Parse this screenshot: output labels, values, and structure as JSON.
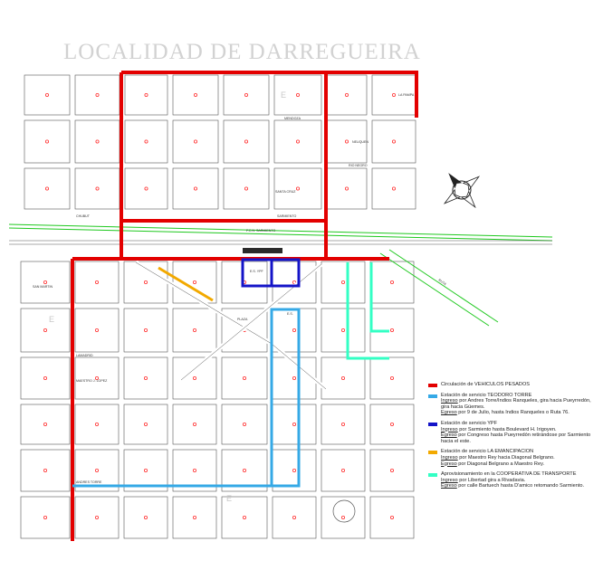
{
  "title": "LOCALIDAD DE DARREGUEIRA",
  "colors": {
    "heavy_vehicles": "#e30000",
    "teodoro_torre": "#35a9e6",
    "ypf": "#1414c8",
    "la_emancipacion": "#f2a900",
    "cooperativa": "#33ffc4",
    "road_green": "#1ec81e",
    "block_outline": "#555555",
    "dot": "#ff3030"
  },
  "legend": [
    {
      "id": "heavy",
      "title": "Circulación de VEHICULOS PESADOS",
      "lines": []
    },
    {
      "id": "torre",
      "title": "Estación de servicio TEODORO TORRE",
      "lines": [
        {
          "label": "Ingreso",
          "text": " por Andres Torre/Indios Ranqueles, gira hacia Pueyrredón, gira hacia Güemes."
        },
        {
          "label": "Egreso",
          "text": " por 9 de Julio, hasta Indios Ranqueles o Ruta 76."
        }
      ]
    },
    {
      "id": "ypf",
      "title": "Estación de servicio YPF",
      "lines": [
        {
          "label": "Ingreso",
          "text": " por Sarmiento hasta Boulevard H. Irigoyen."
        },
        {
          "label": "Egreso",
          "text": " por Congreso hasta Pueyrredón retirándose por Sarmiento hacia el este."
        }
      ]
    },
    {
      "id": "eman",
      "title": "Estación de servicio LA EMANCIPACION",
      "lines": [
        {
          "label": "Ingreso",
          "text": " por Maestro Rey hacia Diagonal Belgrano."
        },
        {
          "label": "Egreso",
          "text": " por Diagonal Belgrano a Maestro Rey."
        }
      ]
    },
    {
      "id": "coop",
      "title": "Aprovisionamiento en la COOPERATIVA DE TRANSPORTE",
      "lines": [
        {
          "label": "Ingreso",
          "text": " por Libertad gira a Rivadavia."
        },
        {
          "label": "Egreso",
          "text": " por calle Bartuech hasta D'amico retomando Sarmiento."
        }
      ]
    }
  ],
  "street_labels": {
    "la_pampa": "LA PAMPA",
    "mendoza": "MENDOZA",
    "neuquen": "NEUQUEN",
    "rio_negro": "RIO NEGRO",
    "chubut": "CHUBUT",
    "santa_cruz": "SANTA CRUZ",
    "fcn_sarmiento": "F.C.N. SARMIENTO",
    "sarmiento": "SARMIENTO",
    "san_martin": "SAN MARTIN",
    "andres_torre": "ANDRES TORRE",
    "maestro_lopez": "MAESTRO J. LOPEZ",
    "plaza": "PLAZA",
    "lamadrid": "LAMADRID",
    "ruta": "RUTA"
  },
  "station_labels": {
    "ypf": "E.S. YPF",
    "torre": "E.S."
  },
  "block_letters": [
    "E",
    "E",
    "E"
  ]
}
